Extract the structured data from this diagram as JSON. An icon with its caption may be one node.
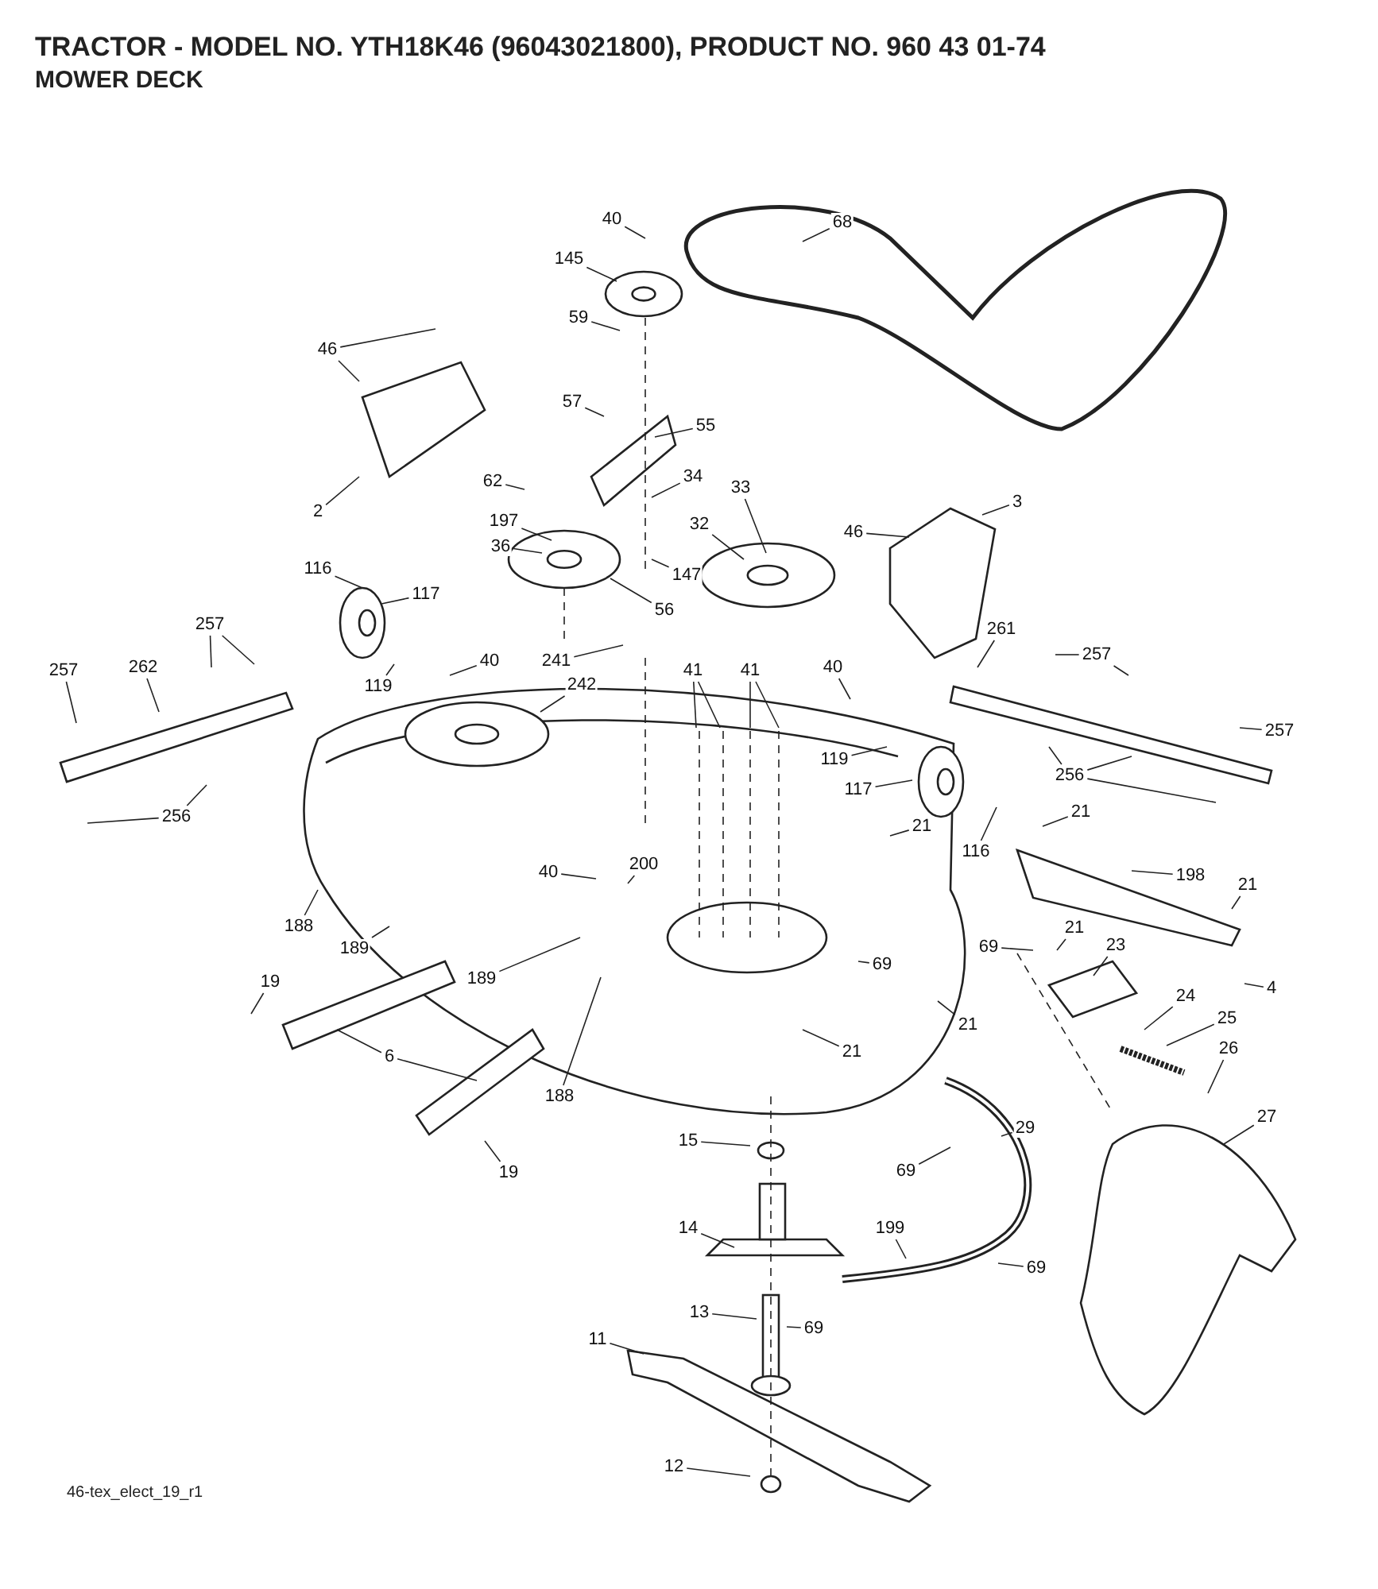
{
  "diagram": {
    "title": "TRACTOR - MODEL NO. YTH18K46 (96043021800), PRODUCT NO. 960 43 01-74",
    "nodes": [
      {
        "text": [
          "40"
        ]
      },
      {
        "text": [
          "145"
        ]
      },
      {
        "text": [
          "68"
        ]
      },
      {
        "text": [
          "59"
        ]
      },
      {
        "text": [
          "46"
        ]
      },
      {
        "text": [
          "57"
        ]
      },
      {
        "text": [
          "55"
        ]
      },
      {
        "text": [
          "2"
        ]
      },
      {
        "text": [
          "62"
        ]
      },
      {
        "text": [
          "34"
        ]
      },
      {
        "text": [
          "33"
        ]
      },
      {
        "text": [
          "197"
        ]
      },
      {
        "text": [
          "36"
        ]
      },
      {
        "text": [
          "32"
        ]
      },
      {
        "text": [
          "46"
        ]
      },
      {
        "text": [
          "3"
        ]
      },
      {
        "text": [
          "147"
        ]
      },
      {
        "text": [
          "56"
        ]
      },
      {
        "text": [
          "116"
        ]
      },
      {
        "text": [
          "117"
        ]
      },
      {
        "text": [
          "257"
        ]
      },
      {
        "text": [
          "257"
        ]
      },
      {
        "text": [
          "262"
        ]
      },
      {
        "text": [
          "119"
        ]
      },
      {
        "text": [
          "40"
        ]
      },
      {
        "text": [
          "241"
        ]
      },
      {
        "text": [
          "242"
        ]
      },
      {
        "text": [
          "41"
        ]
      },
      {
        "text": [
          "41"
        ]
      },
      {
        "text": [
          "40"
        ]
      },
      {
        "text": [
          "261"
        ]
      },
      {
        "text": [
          "257"
        ]
      },
      {
        "text": [
          "257"
        ]
      },
      {
        "text": [
          "119"
        ]
      },
      {
        "text": [
          "117"
        ]
      },
      {
        "text": [
          "256"
        ]
      },
      {
        "text": [
          "256"
        ]
      },
      {
        "text": [
          "21"
        ]
      },
      {
        "text": [
          "116"
        ]
      },
      {
        "text": [
          "21"
        ]
      },
      {
        "text": [
          "198"
        ]
      },
      {
        "text": [
          "21"
        ]
      },
      {
        "text": [
          "40"
        ]
      },
      {
        "text": [
          "200"
        ]
      },
      {
        "text": [
          "188"
        ]
      },
      {
        "text": [
          "189"
        ]
      },
      {
        "text": [
          "69"
        ]
      },
      {
        "text": [
          "21"
        ]
      },
      {
        "text": [
          "23"
        ]
      },
      {
        "text": [
          "69"
        ]
      },
      {
        "text": [
          "4"
        ]
      },
      {
        "text": [
          "189"
        ]
      },
      {
        "text": [
          "19"
        ]
      },
      {
        "text": [
          "24"
        ]
      },
      {
        "text": [
          "25"
        ]
      },
      {
        "text": [
          "21"
        ]
      },
      {
        "text": [
          "26"
        ]
      },
      {
        "text": [
          "6"
        ]
      },
      {
        "text": [
          "21"
        ]
      },
      {
        "text": [
          "188"
        ]
      },
      {
        "text": [
          "29"
        ]
      },
      {
        "text": [
          "27"
        ]
      },
      {
        "text": [
          "19"
        ]
      },
      {
        "text": [
          "15"
        ]
      },
      {
        "text": [
          "69"
        ]
      },
      {
        "text": [
          "14"
        ]
      },
      {
        "text": [
          "199"
        ]
      },
      {
        "text": [
          "69"
        ]
      },
      {
        "text": [
          "13"
        ]
      },
      {
        "text": [
          "69"
        ]
      },
      {
        "text": [
          "11"
        ]
      },
      {
        "text": [
          "12"
        ]
      }
    ],
    "edges": [
      {
        "from": 0,
        "to": null,
        "arrow": "none"
      },
      {
        "from": 1,
        "to": null,
        "arrow": "none"
      },
      {
        "from": 2,
        "to": null,
        "arrow": "none"
      },
      {
        "from": 3,
        "to": null,
        "arrow": "none"
      },
      {
        "from": 4,
        "to": null,
        "arrow": "none"
      },
      {
        "from": 4,
        "to": null,
        "arrow": "none"
      },
      {
        "from": 5,
        "to": null,
        "arrow": "none"
      },
      {
        "from": 6,
        "to": null,
        "arrow": "none"
      },
      {
        "from": 7,
        "to": null,
        "arrow": "none"
      },
      {
        "from": 8,
        "to": null,
        "arrow": "none"
      },
      {
        "from": 9,
        "to": null,
        "arrow": "none"
      },
      {
        "from": 10,
        "to": null,
        "arrow": "none"
      },
      {
        "from": 11,
        "to": null,
        "arrow": "none"
      },
      {
        "from": 12,
        "to": null,
        "arrow": "none"
      },
      {
        "from": 13,
        "to": null,
        "arrow": "none"
      },
      {
        "from": 14,
        "to": null,
        "arrow": "none"
      },
      {
        "from": 15,
        "to": null,
        "arrow": "none"
      },
      {
        "from": 16,
        "to": null,
        "arrow": "none"
      },
      {
        "from": 17,
        "to": null,
        "arrow": "none"
      },
      {
        "from": 18,
        "to": null,
        "arrow": "none"
      },
      {
        "from": 19,
        "to": null,
        "arrow": "none"
      },
      {
        "from": 20,
        "to": null,
        "arrow": "none"
      },
      {
        "from": 20,
        "to": null,
        "arrow": "none"
      },
      {
        "from": 21,
        "to": null,
        "arrow": "none"
      },
      {
        "from": 22,
        "to": null,
        "arrow": "none"
      },
      {
        "from": 23,
        "to": null,
        "arrow": "none"
      },
      {
        "from": 24,
        "to": null,
        "arrow": "none"
      },
      {
        "from": 25,
        "to": null,
        "arrow": "none"
      },
      {
        "from": 26,
        "to": null,
        "arrow": "none"
      },
      {
        "from": 27,
        "to": null,
        "arrow": "none"
      },
      {
        "from": 27,
        "to": null,
        "arrow": "none"
      },
      {
        "from": 28,
        "to": null,
        "arrow": "none"
      },
      {
        "from": 28,
        "to": null,
        "arrow": "none"
      },
      {
        "from": 29,
        "to": null,
        "arrow": "none"
      },
      {
        "from": 30,
        "to": null,
        "arrow": "none"
      },
      {
        "from": 31,
        "to": null,
        "arrow": "none"
      },
      {
        "from": 31,
        "to": null,
        "arrow": "none"
      },
      {
        "from": 32,
        "to": null,
        "arrow": "none"
      },
      {
        "from": 33,
        "to": null,
        "arrow": "none"
      },
      {
        "from": 34,
        "to": null,
        "arrow": "none"
      },
      {
        "from": 35,
        "to": null,
        "arrow": "none"
      },
      {
        "from": 35,
        "to": null,
        "arrow": "none"
      },
      {
        "from": 36,
        "to": null,
        "arrow": "none"
      },
      {
        "from": 36,
        "to": null,
        "arrow": "none"
      },
      {
        "from": 36,
        "to": null,
        "arrow": "none"
      },
      {
        "from": 37,
        "to": null,
        "arrow": "none"
      },
      {
        "from": 38,
        "to": null,
        "arrow": "none"
      },
      {
        "from": 39,
        "to": null,
        "arrow": "none"
      },
      {
        "from": 40,
        "to": null,
        "arrow": "none"
      },
      {
        "from": 41,
        "to": null,
        "arrow": "none"
      },
      {
        "from": 42,
        "to": null,
        "arrow": "none"
      },
      {
        "from": 43,
        "to": null,
        "arrow": "none"
      },
      {
        "from": 44,
        "to": null,
        "arrow": "none"
      },
      {
        "from": 45,
        "to": null,
        "arrow": "none"
      },
      {
        "from": 46,
        "to": null,
        "arrow": "none"
      },
      {
        "from": 47,
        "to": null,
        "arrow": "none"
      },
      {
        "from": 48,
        "to": null,
        "arrow": "none"
      },
      {
        "from": 49,
        "to": null,
        "arrow": "none"
      },
      {
        "from": 50,
        "to": null,
        "arrow": "none"
      },
      {
        "from": 51,
        "to": null,
        "arrow": "none"
      },
      {
        "from": 52,
        "to": null,
        "arrow": "none"
      },
      {
        "from": 53,
        "to": null,
        "arrow": "none"
      },
      {
        "from": 54,
        "to": null,
        "arrow": "none"
      },
      {
        "from": 55,
        "to": null,
        "arrow": "none"
      },
      {
        "from": 56,
        "to": null,
        "arrow": "none"
      },
      {
        "from": 57,
        "to": null,
        "arrow": "none"
      },
      {
        "from": 57,
        "to": null,
        "arrow": "none"
      },
      {
        "from": 58,
        "to": null,
        "arrow": "none"
      },
      {
        "from": 59,
        "to": null,
        "arrow": "none"
      },
      {
        "from": 60,
        "to": null,
        "arrow": "none"
      },
      {
        "from": 61,
        "to": null,
        "arrow": "none"
      },
      {
        "from": 62,
        "to": null,
        "arrow": "none"
      },
      {
        "from": 63,
        "to": null,
        "arrow": "none"
      },
      {
        "from": 64,
        "to": null,
        "arrow": "none"
      },
      {
        "from": 65,
        "to": null,
        "arrow": "none"
      },
      {
        "from": 66,
        "to": null,
        "arrow": "none"
      },
      {
        "from": 67,
        "to": null,
        "arrow": "none"
      },
      {
        "from": 68,
        "to": null,
        "arrow": "none"
      },
      {
        "from": 69,
        "to": null,
        "arrow": "none"
      },
      {
        "from": 70,
        "to": null,
        "arrow": "none"
      },
      {
        "from": 71,
        "to": null,
        "arrow": "none"
      }
    ],
    "labels": [
      "MOWER DECK",
      "46-tex_elect_19_r1"
    ]
  }
}
